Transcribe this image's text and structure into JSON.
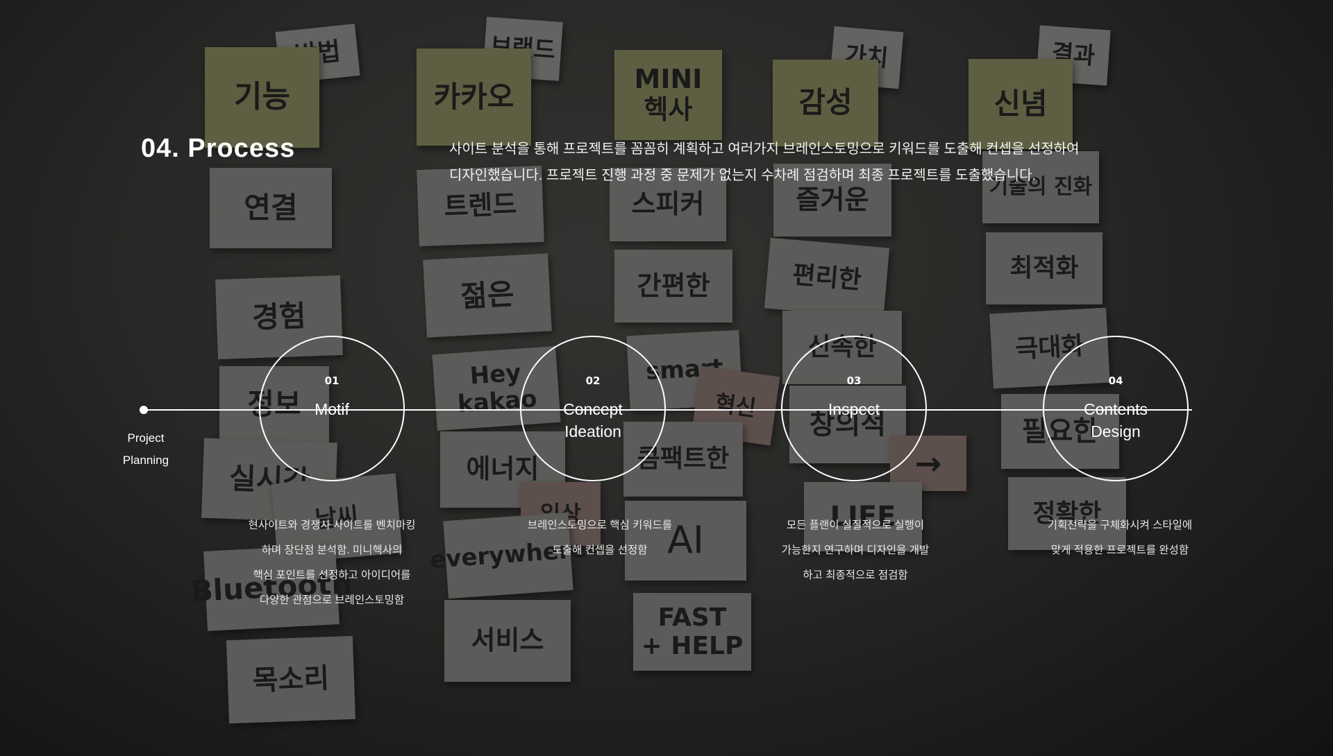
{
  "notes": [
    {
      "text": "방법",
      "style": "light"
    },
    {
      "text": "기능",
      "style": "olive"
    },
    {
      "text": "브랜드",
      "style": "light"
    },
    {
      "text": "카카오",
      "style": "olive"
    },
    {
      "text": "MINI\n헥사",
      "style": "olive"
    },
    {
      "text": "가치",
      "style": "light"
    },
    {
      "text": "감성",
      "style": "olive"
    },
    {
      "text": "결과",
      "style": "light"
    },
    {
      "text": "신념",
      "style": "olive"
    },
    {
      "text": "연결",
      "style": "grey"
    },
    {
      "text": "트렌드",
      "style": "grey"
    },
    {
      "text": "스피커",
      "style": "grey"
    },
    {
      "text": "즐거운",
      "style": "grey"
    },
    {
      "text": "기술의 진화",
      "style": "grey"
    },
    {
      "text": "젊은",
      "style": "grey"
    },
    {
      "text": "간편한",
      "style": "grey"
    },
    {
      "text": "편리한",
      "style": "grey"
    },
    {
      "text": "최적화",
      "style": "grey"
    },
    {
      "text": "경험",
      "style": "grey"
    },
    {
      "text": "신속한",
      "style": "grey"
    },
    {
      "text": "극대화",
      "style": "grey"
    },
    {
      "text": "정보",
      "style": "grey"
    },
    {
      "text": "Hey kakao",
      "style": "grey"
    },
    {
      "text": "smart",
      "style": "grey"
    },
    {
      "text": "혁신",
      "style": "pink"
    },
    {
      "text": "창의적",
      "style": "grey"
    },
    {
      "text": "필요한",
      "style": "grey"
    },
    {
      "text": "실시간",
      "style": "grey"
    },
    {
      "text": "에너지",
      "style": "grey"
    },
    {
      "text": "콤팩트한",
      "style": "grey"
    },
    {
      "text": "→",
      "style": "pink"
    },
    {
      "text": "LIFE",
      "style": "grey"
    },
    {
      "text": "정확한",
      "style": "grey"
    },
    {
      "text": "날씨",
      "style": "grey"
    },
    {
      "text": "일상",
      "style": "pink"
    },
    {
      "text": "AI",
      "style": "grey"
    },
    {
      "text": "Bluetooth",
      "style": "grey"
    },
    {
      "text": "everywhere",
      "style": "grey"
    },
    {
      "text": "FAST\n+ HELP",
      "style": "grey"
    },
    {
      "text": "서비스",
      "style": "grey"
    },
    {
      "text": "목소리",
      "style": "grey"
    }
  ],
  "section": {
    "title": "04. Process",
    "intro_line1": "사이트 분석을 통해 프로젝트를 꼼꼼히 계획하고 여러가지 브레인스토밍으로 키워드를 도출해 컨셉을 선정하여",
    "intro_line2": "디자인했습니다. 프로젝트 진행 과정 중 문제가 없는지 수차례 점검하며 최종 프로젝트를 도출했습니다."
  },
  "timeline": {
    "start_label_line1": "Project",
    "start_label_line2": "Planning",
    "steps": [
      {
        "num": "01",
        "title": "Motif",
        "desc": [
          "현사이트와 경쟁사 사이트를 벤치마킹",
          "하며 장단점 분석함. 미니헥사의",
          "핵심 포인트를 선정하고 아이디어를",
          "다양한 관점으로 브레인스토밍함"
        ]
      },
      {
        "num": "02",
        "title": "Concept\nIdeation",
        "desc": [
          "브레인스토밍으로 핵심 키워드를",
          "도출해 컨셉을 선정함"
        ]
      },
      {
        "num": "03",
        "title": "Inspect",
        "desc": [
          "모든 플랜이 실질적으로 실행이",
          "가능한지 연구하며 디자인을 개발",
          "하고 최종적으로 점검함"
        ]
      },
      {
        "num": "04",
        "title": "Contents\nDesign",
        "desc": [
          "기획전략을 구체화시켜 스타일에",
          "맞게 적용한 프로젝트를 완성함"
        ]
      }
    ]
  }
}
